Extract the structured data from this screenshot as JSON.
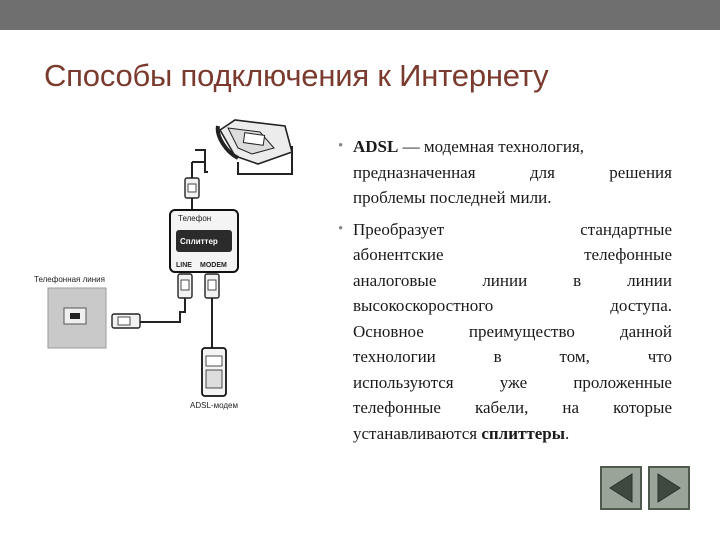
{
  "slide": {
    "title": "Способы подключения к Интернету"
  },
  "diagram": {
    "labels": {
      "phone_port": "Телефон",
      "splitter": "Сплиттер",
      "line_port": "LINE",
      "modem_port": "MODEM",
      "phone_line": "Телефонная линия",
      "adsl_modem": "ADSL-модем"
    }
  },
  "bullets": {
    "b1": {
      "term": "ADSL",
      "line1_rest": " — модемная технология,",
      "line2": [
        "предназначенная",
        "для",
        "решения"
      ],
      "line3": "проблемы последней мили."
    },
    "b2": {
      "line1": [
        "Преобразует",
        "стандартные"
      ],
      "line2": [
        "абонентские",
        "телефонные"
      ],
      "line3": [
        "аналоговые",
        "линии",
        "в",
        "линии"
      ],
      "line4": [
        "высокоскоростного",
        "доступа."
      ],
      "line5": [
        "Основное",
        "преимущество",
        "данной"
      ],
      "line6": [
        "технологии",
        "в",
        "том,",
        "что"
      ],
      "line7": [
        "используются",
        "уже",
        "проложенные"
      ],
      "line8": [
        "телефонные",
        "кабели,",
        "на",
        "которые"
      ],
      "line9_pre": "устанавливаются ",
      "line9_bold": "сплиттеры",
      "line9_post": "."
    }
  },
  "nav": {
    "prev_icon": "triangle-left-icon",
    "next_icon": "triangle-right-icon"
  }
}
